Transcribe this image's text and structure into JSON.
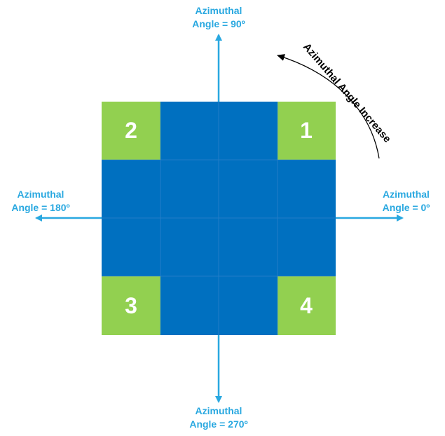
{
  "colors": {
    "corner": "#92d050",
    "center": "#0070c0",
    "arrow": "#29a8e0",
    "gridline": "#3a87cd"
  },
  "labels": {
    "top": {
      "line1": "Azimuthal",
      "line2": "Angle = 90º"
    },
    "left": {
      "line1": "Azimuthal",
      "line2": "Angle = 180º"
    },
    "right": {
      "line1": "Azimuthal",
      "line2": "Angle = 0º"
    },
    "bottom": {
      "line1": "Azimuthal",
      "line2": "Angle = 270º"
    }
  },
  "curve_label": "Azimuthal Angle Increase",
  "cells": {
    "c1": "1",
    "c2": "2",
    "c3": "3",
    "c4": "4"
  }
}
